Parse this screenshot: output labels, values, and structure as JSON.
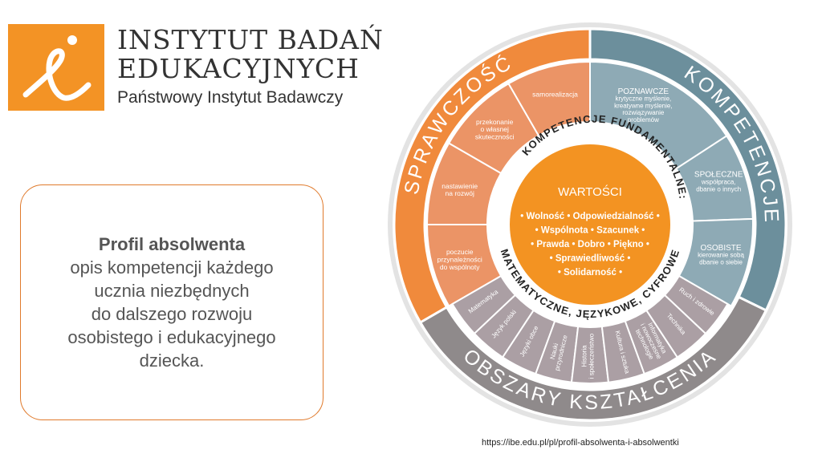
{
  "logo": {
    "line1": "INSTYTUT BADAŃ",
    "line2": "EDUKACYJNYCH",
    "line3": "Państwowy Instytut Badawczy"
  },
  "profile": {
    "title": "Profil absolwenta",
    "lines": [
      "opis kompetencji każdego",
      "ucznia  niezbędnych",
      "do dalszego rozwoju",
      "osobistego i edukacyjnego",
      "dziecka."
    ]
  },
  "source_url": "https://ibe.edu.pl/pl/profil-absolwenta-i-absolwentki",
  "colors": {
    "orange_ring": "#f08a3c",
    "orange_seg": "#eb9466",
    "teal_ring": "#6c8f9c",
    "teal_seg": "#8eaab5",
    "gray_ring": "#8f8a8b",
    "gray_seg": "#ab9fa4",
    "center": "#f39322"
  },
  "diagram": {
    "outer": [
      {
        "label": "SPRAWCZOŚĆ"
      },
      {
        "label": "KOMPETENCJE"
      },
      {
        "label": "OBSZARY KSZTAŁCENIA"
      }
    ],
    "orange_segments": [
      {
        "lines": [
          "poczucie",
          "przynależności",
          "do wspólnoty"
        ]
      },
      {
        "lines": [
          "nastawienie",
          "na rozwój"
        ]
      },
      {
        "lines": [
          "przekonanie",
          "o własnej",
          "skuteczności"
        ]
      },
      {
        "lines": [
          "samorealizacja"
        ]
      }
    ],
    "teal_segments": [
      {
        "heading": "POZNAWCZE",
        "lines": [
          "krytyczne myślenie,",
          "kreatywne myślenie,",
          "rozwiązywanie",
          "problemów"
        ]
      },
      {
        "heading": "SPOŁECZNE",
        "lines": [
          "współpraca,",
          "dbanie o innych"
        ]
      },
      {
        "heading": "OSOBISTE",
        "lines": [
          "kierowanie sobą",
          "dbanie o siebie"
        ]
      }
    ],
    "gray_segments": [
      {
        "lines": [
          "Matematyka"
        ]
      },
      {
        "lines": [
          "Język polski"
        ]
      },
      {
        "lines": [
          "Języki obce"
        ]
      },
      {
        "lines": [
          "Nauki",
          "przyrodnicze"
        ]
      },
      {
        "lines": [
          "Historia",
          "i społeczeństwo"
        ]
      },
      {
        "lines": [
          "Kultura i sztuka"
        ]
      },
      {
        "lines": [
          "Informatyka",
          "i nowoczesne",
          "technologie"
        ]
      },
      {
        "lines": [
          "Technika"
        ]
      },
      {
        "lines": [
          "Ruch i zdrowie"
        ]
      }
    ],
    "inner_top": "KOMPETENCJE FUNDAMENTALNE:",
    "inner_bottom": "MATEMATYCZNE, JĘZYKOWE, CYFROWE",
    "center": {
      "title": "WARTOŚCI",
      "lines": [
        "• Wolność • Odpowiedzialność •",
        "• Wspólnota • Szacunek •",
        "• Prawda • Dobro • Piękno •",
        "• Sprawiedliwość •",
        "• Solidarność •"
      ]
    }
  }
}
